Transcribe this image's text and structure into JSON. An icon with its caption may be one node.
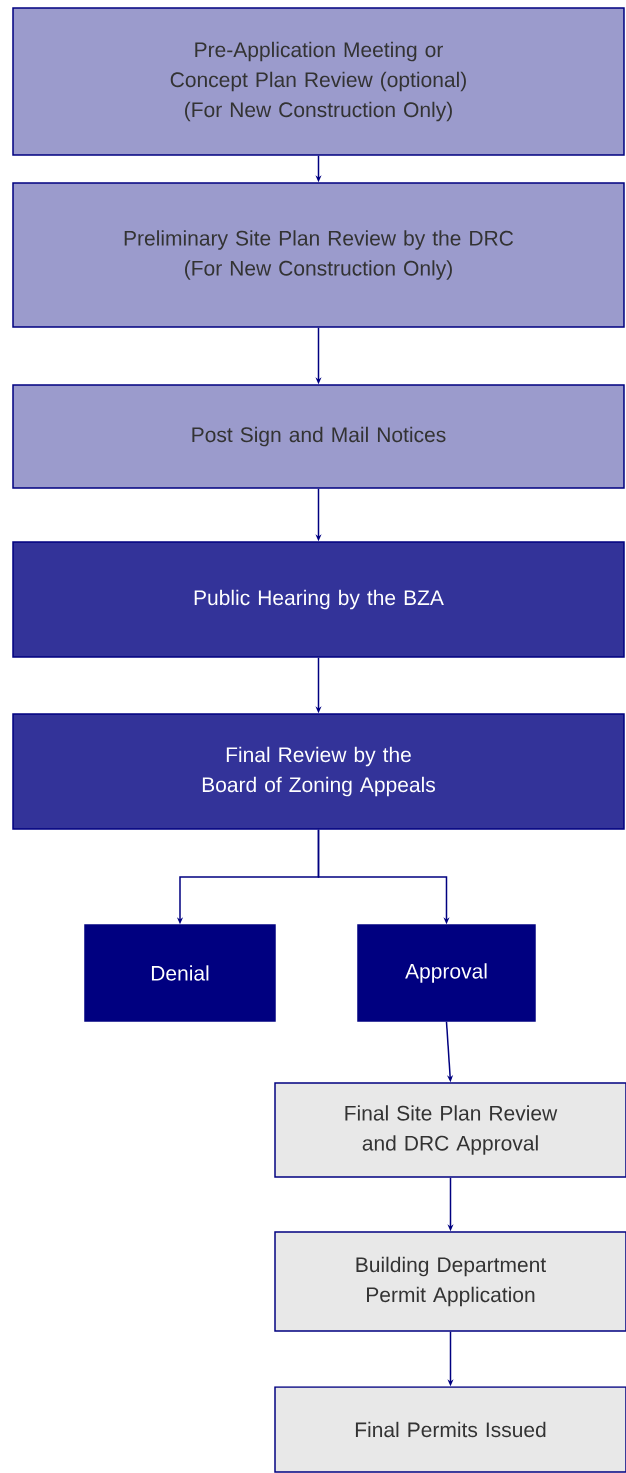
{
  "diagram": {
    "nodes": [
      {
        "text": [
          "Pre-Application Meeting or Concept Plan Review (optional)",
          "(For New Construction Only)"
        ]
      },
      {
        "text": [
          "Preliminary Site Plan Review by the DRC",
          "(For New Construction Only)"
        ]
      },
      {
        "text": [
          "Post Sign and Mail Notices"
        ]
      },
      {
        "text": [
          "Public Hearing by the BZA"
        ]
      },
      {
        "text": [
          "Final Review by the Board of Zoning Appeals"
        ]
      },
      {
        "text": [
          "Denial"
        ]
      },
      {
        "text": [
          "Approval"
        ]
      },
      {
        "text": [
          "Final Site Plan Review and DRC Approval"
        ]
      },
      {
        "text": [
          "Building Department Permit Application"
        ]
      },
      {
        "text": [
          "Final Permits Issued"
        ]
      }
    ],
    "edges": [
      {
        "from": 0,
        "to": 1,
        "arrow": "to"
      },
      {
        "from": 1,
        "to": 2,
        "arrow": "to"
      },
      {
        "from": 2,
        "to": 3,
        "arrow": "to"
      },
      {
        "from": 3,
        "to": 4,
        "arrow": "to"
      },
      {
        "from": 4,
        "to": 5,
        "arrow": "to"
      },
      {
        "from": 4,
        "to": 6,
        "arrow": "to"
      },
      {
        "from": 6,
        "to": 7,
        "arrow": "to"
      },
      {
        "from": 7,
        "to": 8,
        "arrow": "to"
      },
      {
        "from": 8,
        "to": 9,
        "arrow": "to"
      }
    ]
  }
}
